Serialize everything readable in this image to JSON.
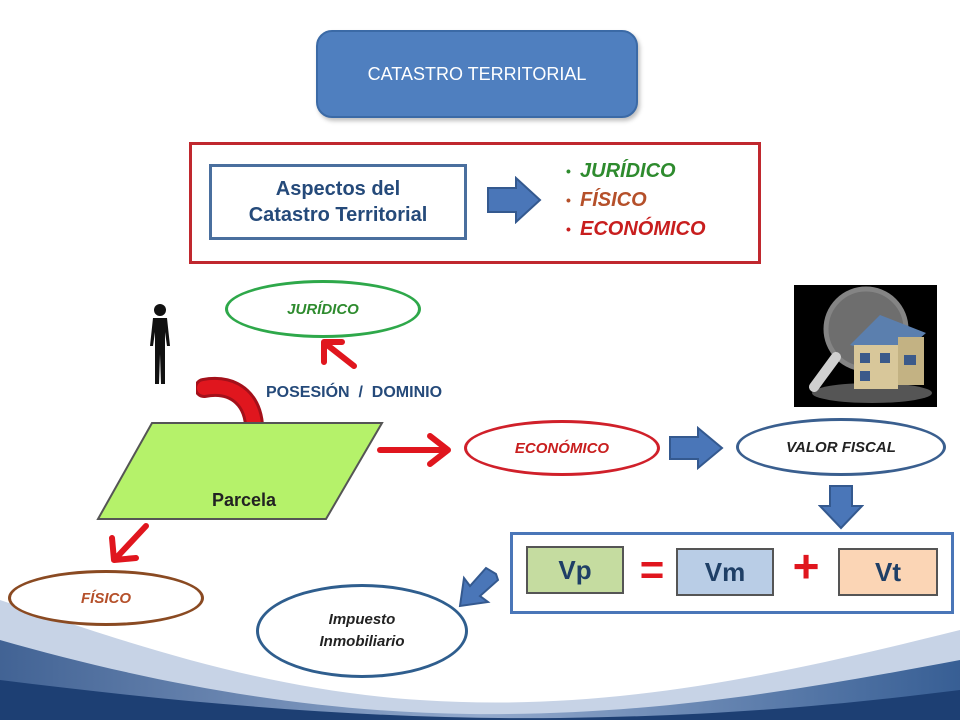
{
  "title": "CATASTRO TERRITORIAL",
  "aspects_box": {
    "line1": "Aspectos del",
    "line2": "Catastro Territorial"
  },
  "aspects_list": [
    {
      "label": "JURÍDICO",
      "color": "#2e8b2e"
    },
    {
      "label": "FÍSICO",
      "color": "#b5502a"
    },
    {
      "label": "ECONÓMICO",
      "color": "#c81e1e"
    }
  ],
  "nodes": {
    "juridico": "JURÍDICO",
    "posesion": "POSESIÓN  /  DOMINIO",
    "parcela": "Parcela",
    "economico": "ECONÓMICO",
    "valor_fiscal": "VALOR FISCAL",
    "fisico": "FÍSICO",
    "impuesto_line1": "Impuesto",
    "impuesto_line2": "Inmobiliario"
  },
  "formula": {
    "vp": "Vp",
    "equals": "=",
    "vm": "Vm",
    "plus": "+",
    "vt": "Vt"
  },
  "colors": {
    "title_fill": "#4f7fbf",
    "frame_border": "#c0282e",
    "juridico_ellipse": "#2ea84a",
    "economico_ellipse": "#d0202a",
    "valor_fiscal_ellipse": "#3a5f8f",
    "fisico_ellipse": "#8a4a22",
    "impuesto_ellipse": "#2f5e8e",
    "parcela_fill": "#b5f26a",
    "vp_fill": "#c5dca0",
    "vm_fill": "#b9cde6",
    "vt_fill": "#fbd5b5",
    "arrow_blue": "#4a76b8",
    "arrow_red": "#e0161e"
  }
}
